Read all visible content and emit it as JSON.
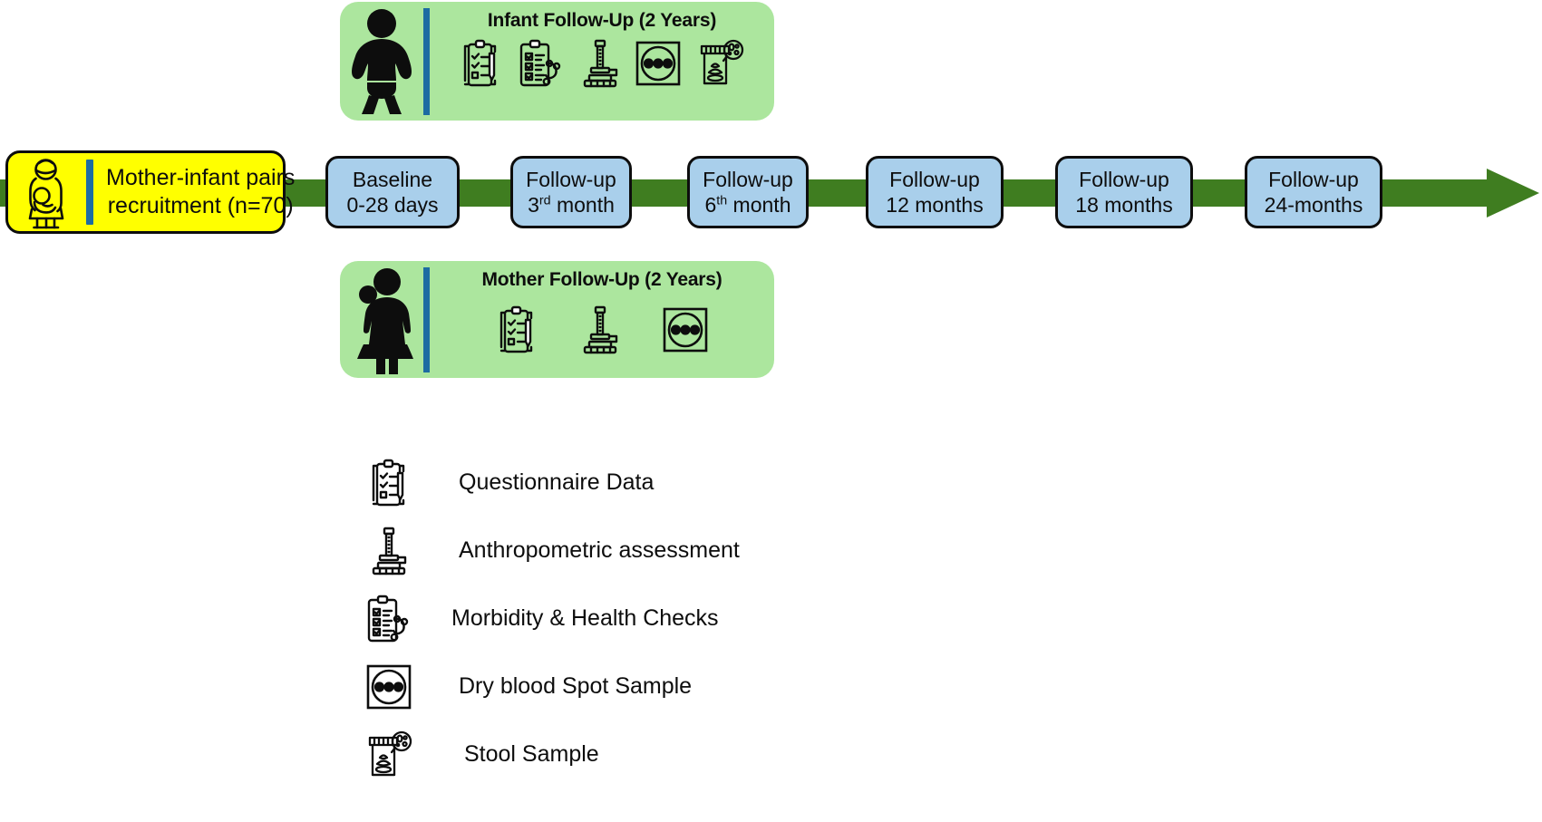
{
  "diagram": {
    "title": "Mother-infant cohort study timeline",
    "colors": {
      "axis_green": "#3f7d20",
      "panel_green": "#ace69e",
      "node_blue": "#a9cfeb",
      "recruit_yellow": "#ffff00",
      "divider_blue": "#1d6ca2",
      "outline_black": "#0d0d0d"
    }
  },
  "timeline": {
    "recruitment": {
      "line1": "Mother-infant pairs",
      "line2": "recruitment (n=70)",
      "icon": "mother-holding-baby-icon"
    },
    "nodes": [
      {
        "line1": "Baseline",
        "line2_pre": "0-28 days",
        "sup": "",
        "line2_post": ""
      },
      {
        "line1": "Follow-up",
        "line2_pre": "3",
        "sup": "rd",
        "line2_post": " month"
      },
      {
        "line1": "Follow-up",
        "line2_pre": "6",
        "sup": "th",
        "line2_post": " month"
      },
      {
        "line1": "Follow-up",
        "line2_pre": "12 months",
        "sup": "",
        "line2_post": ""
      },
      {
        "line1": "Follow-up",
        "line2_pre": "18 months",
        "sup": "",
        "line2_post": ""
      },
      {
        "line1": "Follow-up",
        "line2_pre": "24-months",
        "sup": "",
        "line2_post": ""
      }
    ]
  },
  "panels": {
    "infant": {
      "title": "Infant Follow-Up (2 Years)",
      "figure_icon": "infant-figure-icon",
      "icons": [
        "questionnaire-icon",
        "morbidity-health-check-icon",
        "anthropometric-icon",
        "dry-blood-spot-icon",
        "stool-sample-icon"
      ]
    },
    "mother": {
      "title": "Mother Follow-Up (2 Years)",
      "figure_icon": "mother-figure-icon",
      "icons": [
        "questionnaire-icon",
        "anthropometric-icon",
        "dry-blood-spot-icon"
      ]
    }
  },
  "legend": {
    "items": [
      {
        "icon": "questionnaire-icon",
        "label": "Questionnaire Data"
      },
      {
        "icon": "anthropometric-icon",
        "label": "Anthropometric assessment"
      },
      {
        "icon": "morbidity-health-check-icon",
        "label": "Morbidity & Health Checks"
      },
      {
        "icon": "dry-blood-spot-icon",
        "label": "Dry blood Spot Sample"
      },
      {
        "icon": "stool-sample-icon",
        "label": "Stool Sample"
      }
    ]
  }
}
